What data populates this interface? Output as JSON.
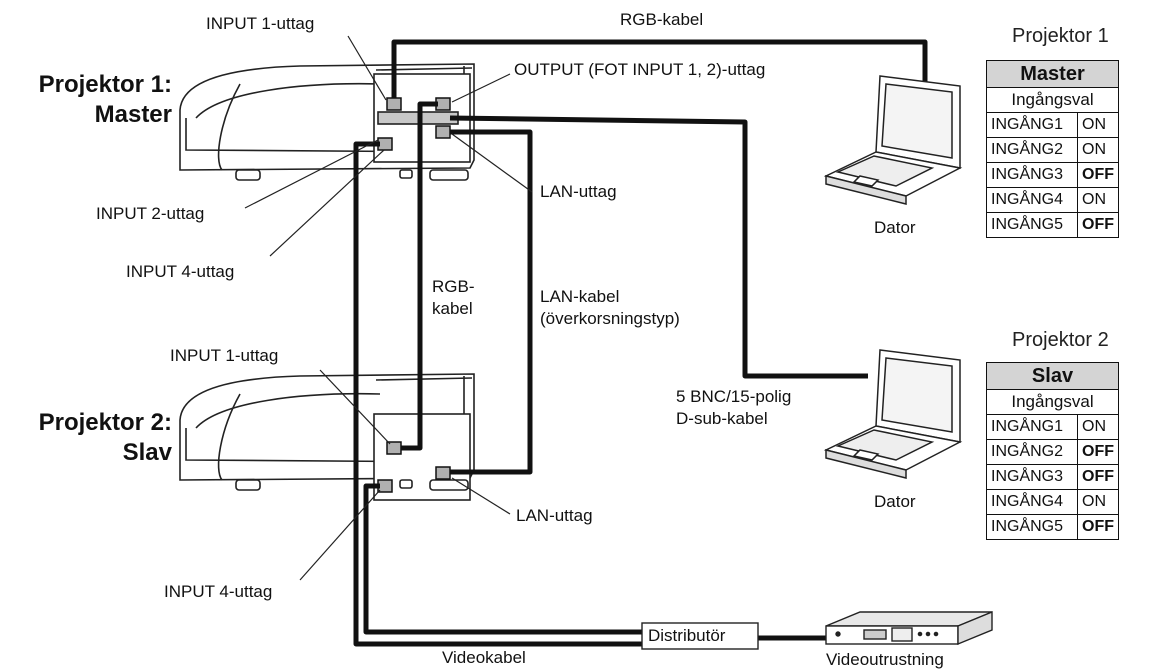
{
  "labels": {
    "input1_top": "INPUT 1-uttag",
    "rgb_cable_top": "RGB-kabel",
    "output_port": "OUTPUT (FOT INPUT 1, 2)-uttag",
    "lan_port_top": "LAN-uttag",
    "input2_top": "INPUT 2-uttag",
    "input4_top": "INPUT 4-uttag",
    "rgb_cable_mid": "RGB-\nkabel",
    "lan_cable": "LAN-kabel\n(överkorsningstyp)",
    "bnc_cable": "5 BNC/15-polig\nD-sub-kabel",
    "input1_bottom": "INPUT 1-uttag",
    "lan_port_bottom": "LAN-uttag",
    "input4_bottom": "INPUT 4-uttag",
    "video_cable": "Videokabel",
    "distributor": "Distributör",
    "video_equipment": "Videoutrustning",
    "computer_1": "Dator",
    "computer_2": "Dator"
  },
  "projector1": {
    "label": "Projektor 1:\nMaster"
  },
  "projector2": {
    "label": "Projektor 2:\nSlav"
  },
  "table1": {
    "title": "Projektor 1",
    "header": "Master",
    "subheader": "Ingångsval",
    "rows": [
      {
        "input": "INGÅNG1",
        "state": "ON"
      },
      {
        "input": "INGÅNG2",
        "state": "ON"
      },
      {
        "input": "INGÅNG3",
        "state": "OFF"
      },
      {
        "input": "INGÅNG4",
        "state": "ON"
      },
      {
        "input": "INGÅNG5",
        "state": "OFF"
      }
    ]
  },
  "table2": {
    "title": "Projektor 2",
    "header": "Slav",
    "subheader": "Ingångsval",
    "rows": [
      {
        "input": "INGÅNG1",
        "state": "ON"
      },
      {
        "input": "INGÅNG2",
        "state": "OFF"
      },
      {
        "input": "INGÅNG3",
        "state": "OFF"
      },
      {
        "input": "INGÅNG4",
        "state": "ON"
      },
      {
        "input": "INGÅNG5",
        "state": "OFF"
      }
    ]
  }
}
